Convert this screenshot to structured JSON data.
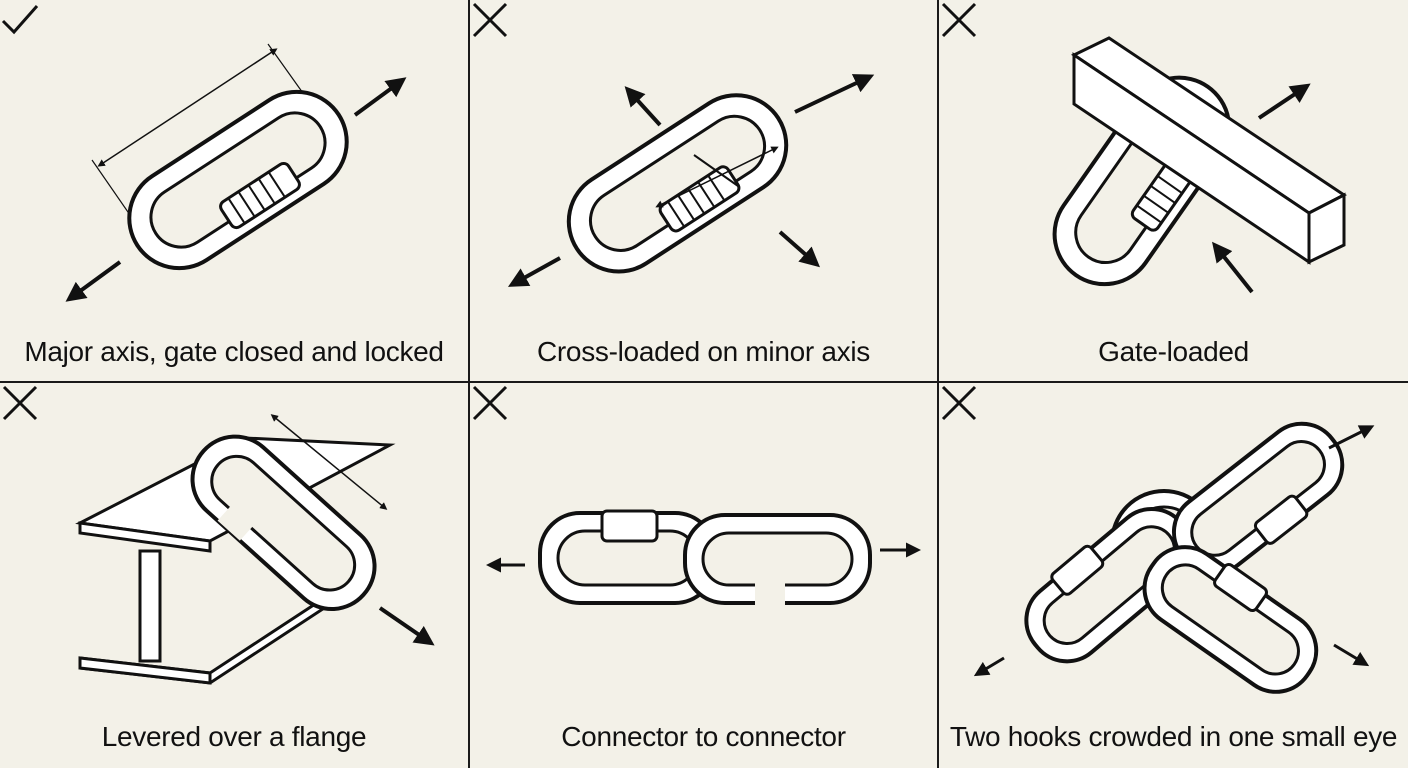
{
  "panels": [
    {
      "caption": "Major axis, gate closed and locked",
      "mark": "check-icon"
    },
    {
      "caption": "Cross-loaded on minor axis",
      "mark": "cross-icon"
    },
    {
      "caption": "Gate-loaded",
      "mark": "cross-icon"
    },
    {
      "caption": "Levered over a flange",
      "mark": "cross-icon"
    },
    {
      "caption": "Connector to connector",
      "mark": "cross-icon"
    },
    {
      "caption": "Two hooks crowded in one small eye",
      "mark": "cross-icon"
    }
  ],
  "colors": {
    "background": "#f3f1e8",
    "ink": "#111111",
    "metal": "#ffffff"
  }
}
